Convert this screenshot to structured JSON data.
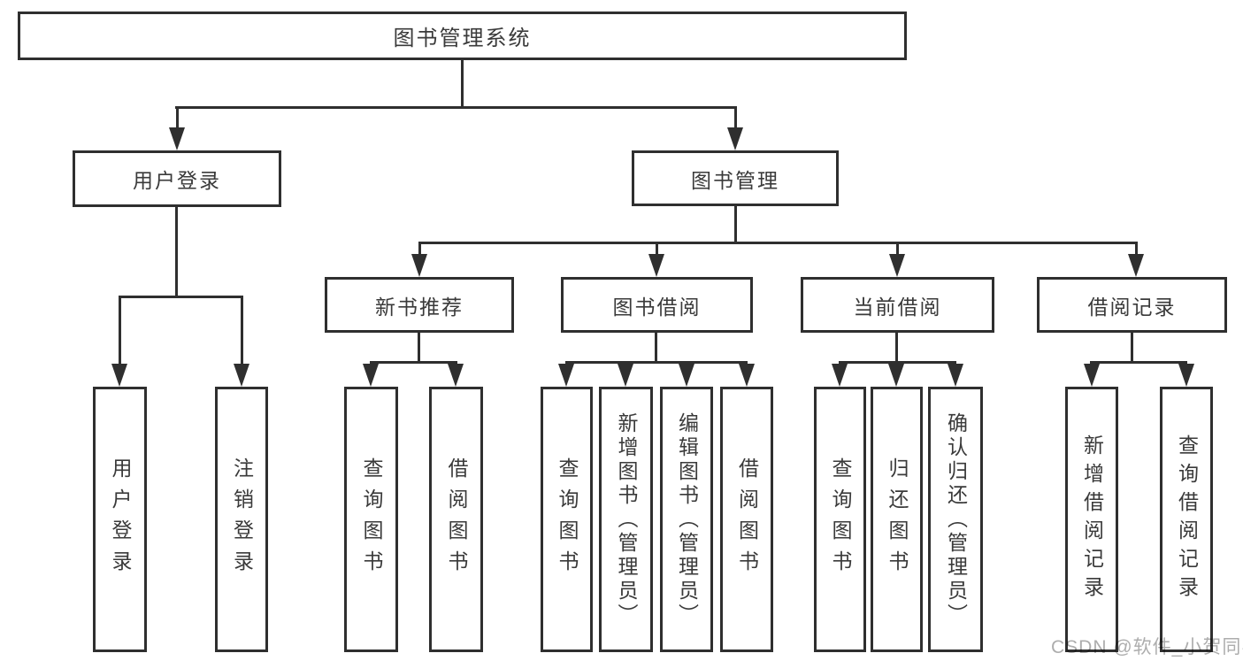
{
  "diagram_title": "图书管理系统",
  "watermark": "CSDN @软件_小贺同学",
  "colors": {
    "line": "#2f2f2f",
    "text": "#3a3a3a",
    "watermark": "#adadad",
    "background": "#ffffff"
  },
  "nodes": {
    "root": {
      "label": "图书管理系统"
    },
    "user_login": {
      "label": "用户登录"
    },
    "book_mgmt": {
      "label": "图书管理"
    },
    "new_book_rec": {
      "label": "新书推荐"
    },
    "book_borrow": {
      "label": "图书借阅"
    },
    "current_borrow": {
      "label": "当前借阅"
    },
    "borrow_record": {
      "label": "借阅记录"
    },
    "leaves": [
      {
        "label": "用户登录"
      },
      {
        "label": "注销登录"
      },
      {
        "label": "查询图书"
      },
      {
        "label": "借阅图书"
      },
      {
        "label": "查询图书"
      },
      {
        "label": "新增图书（管理员）"
      },
      {
        "label": "编辑图书（管理员）"
      },
      {
        "label": "借阅图书"
      },
      {
        "label": "查询图书"
      },
      {
        "label": "归还图书"
      },
      {
        "label": "确认归还（管理员）"
      },
      {
        "label": "新增借阅记录"
      },
      {
        "label": "查询借阅记录"
      }
    ]
  }
}
